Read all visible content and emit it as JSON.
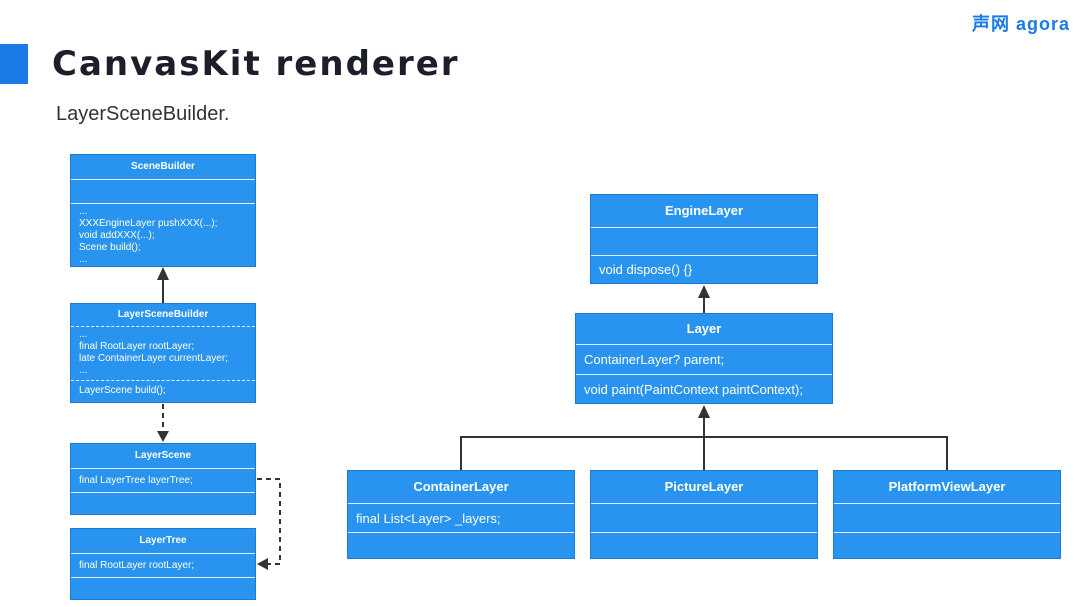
{
  "slide": {
    "title": "CanvasKit renderer",
    "subtitle": "LayerSceneBuilder.",
    "brand": "声网 agora"
  },
  "colors": {
    "accent": "#1a7ae6",
    "box_fill": "#2894f0",
    "title": "#1c1f2a"
  },
  "boxes": {
    "scene_builder": {
      "name": "SceneBuilder",
      "fields": [],
      "methods": [
        "...",
        "XXXEngineLayer pushXXX(...);",
        "void addXXX(...);",
        "Scene build();",
        "..."
      ]
    },
    "layer_scene_builder": {
      "name": "LayerSceneBuilder",
      "fields": [
        "...",
        "final RootLayer rootLayer;",
        "late ContainerLayer currentLayer;",
        "..."
      ],
      "methods": [
        "LayerScene build();"
      ]
    },
    "layer_scene": {
      "name": "LayerScene",
      "fields": [
        "final LayerTree layerTree;"
      ],
      "methods": []
    },
    "layer_tree": {
      "name": "LayerTree",
      "fields": [
        "final RootLayer rootLayer;"
      ],
      "methods": []
    },
    "engine_layer": {
      "name": "EngineLayer",
      "fields": [],
      "methods": [
        "void dispose() {}"
      ]
    },
    "layer": {
      "name": "Layer",
      "fields": [
        "ContainerLayer? parent;"
      ],
      "methods": [
        "void paint(PaintContext paintContext);"
      ]
    },
    "container_layer": {
      "name": "ContainerLayer",
      "fields": [
        "final List<Layer> _layers;"
      ],
      "methods": []
    },
    "picture_layer": {
      "name": "PictureLayer",
      "fields": [],
      "methods": []
    },
    "platform_view_layer": {
      "name": "PlatformViewLayer",
      "fields": [],
      "methods": []
    }
  }
}
